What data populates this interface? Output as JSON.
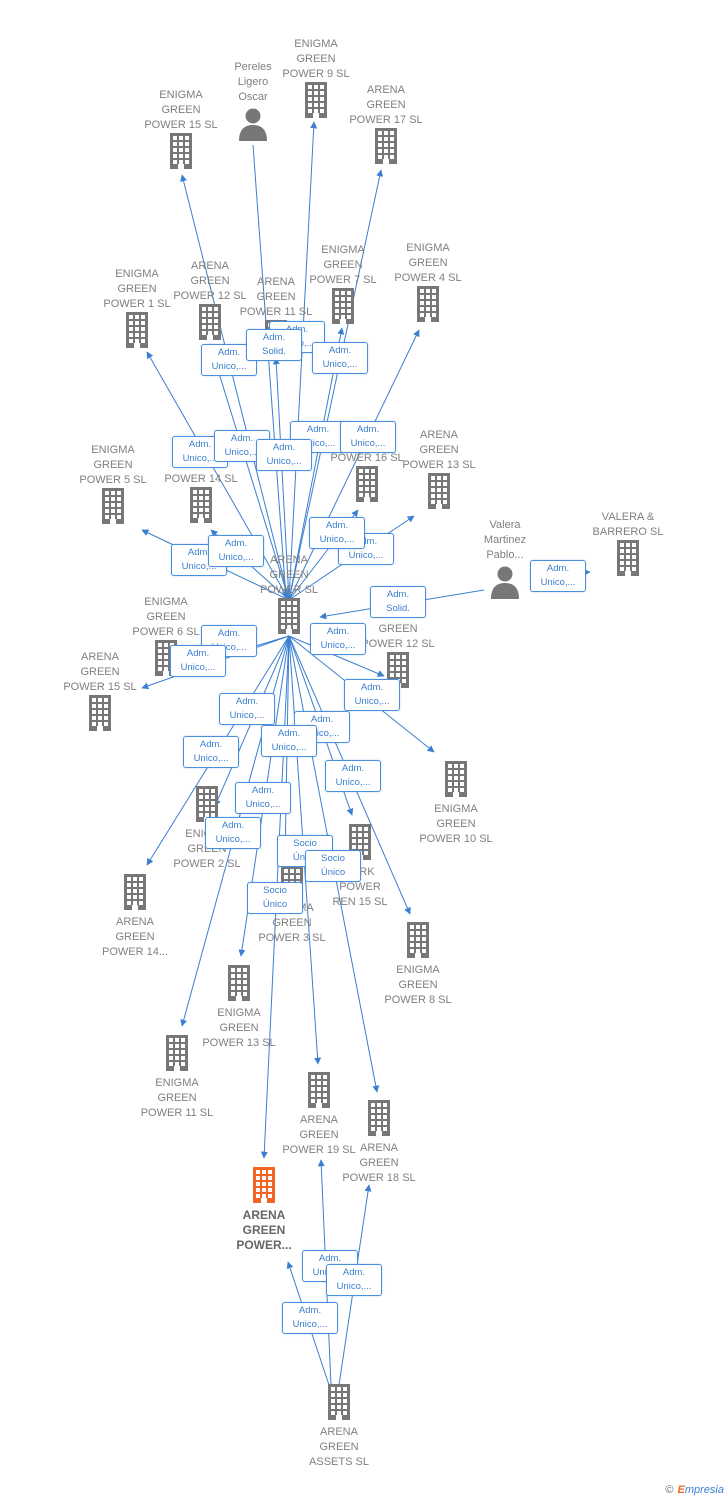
{
  "colors": {
    "edge": "#3a7fd0",
    "node": "#777777",
    "highlight": "#f26522"
  },
  "nodes": [
    {
      "id": "n1",
      "label": "ENIGMA\nGREEN\nPOWER 9  SL",
      "type": "company"
    },
    {
      "id": "n2",
      "label": "Pereles\nLigero\nOscar",
      "type": "person"
    },
    {
      "id": "n3",
      "label": "ARENA\nGREEN\nPOWER 17  SL",
      "type": "company"
    },
    {
      "id": "n4",
      "label": "ENIGMA\nGREEN\nPOWER 15  SL",
      "type": "company"
    },
    {
      "id": "n5",
      "label": "ENIGMA\nGREEN\nPOWER 7  SL",
      "type": "company"
    },
    {
      "id": "n6",
      "label": "ENIGMA\nGREEN\nPOWER 4  SL",
      "type": "company"
    },
    {
      "id": "n7",
      "label": "ENIGMA\nGREEN\nPOWER 1  SL",
      "type": "company"
    },
    {
      "id": "n8",
      "label": "ARENA\nGREEN\nPOWER 12  SL",
      "type": "company"
    },
    {
      "id": "n9",
      "label": "ARENA\nGREEN\nPOWER 11  SL",
      "type": "company"
    },
    {
      "id": "n10",
      "label": "ENIGMA\nGREEN\nPOWER 5  SL",
      "type": "company"
    },
    {
      "id": "n11",
      "label": "POWER 14  SL",
      "type": "company"
    },
    {
      "id": "n12",
      "label": "POWER 16  SL",
      "type": "company"
    },
    {
      "id": "n13",
      "label": "ARENA\nGREEN\nPOWER 13  SL",
      "type": "company"
    },
    {
      "id": "n14",
      "label": "Valera\nMartinez\nPablo...",
      "type": "person"
    },
    {
      "id": "n15",
      "label": "VALERA &\nBARRERO  SL",
      "type": "company"
    },
    {
      "id": "n16",
      "label": "ARENA\nGREEN\nPOWER  SL",
      "type": "company"
    },
    {
      "id": "n17",
      "label": "ENIGMA\nGREEN\nPOWER 6  SL",
      "type": "company"
    },
    {
      "id": "n18",
      "label": "GREEN\nPOWER 12  SL",
      "type": "company"
    },
    {
      "id": "n19",
      "label": "ARENA\nGREEN\nPOWER 15  SL",
      "type": "company"
    },
    {
      "id": "n20",
      "label": "ENIGMA\nGREEN\nPOWER 10  SL",
      "type": "company"
    },
    {
      "id": "n21",
      "label": "ENIGMA\nGREEN\nPOWER 2  SL",
      "type": "company"
    },
    {
      "id": "n22",
      "label": "PARK\nPOWER\nREN 15  SL",
      "type": "company"
    },
    {
      "id": "n23",
      "label": "ARENA\nGREEN\nPOWER 14...",
      "type": "company"
    },
    {
      "id": "n24",
      "label": "ENIGMA\nGREEN\nPOWER 3  SL",
      "type": "company"
    },
    {
      "id": "n25",
      "label": "ENIGMA\nGREEN\nPOWER 8  SL",
      "type": "company"
    },
    {
      "id": "n26",
      "label": "ENIGMA\nGREEN\nPOWER 13  SL",
      "type": "company"
    },
    {
      "id": "n27",
      "label": "ENIGMA\nGREEN\nPOWER 11  SL",
      "type": "company"
    },
    {
      "id": "n28",
      "label": "ARENA\nGREEN\nPOWER 19  SL",
      "type": "company"
    },
    {
      "id": "n29",
      "label": "ARENA\nGREEN\nPOWER 18  SL",
      "type": "company"
    },
    {
      "id": "n30",
      "label": "ARENA\nGREEN\nPOWER...",
      "type": "company",
      "highlight": true
    },
    {
      "id": "n31",
      "label": "ARENA\nGREEN\nASSETS  SL",
      "type": "company"
    }
  ],
  "edges": [
    {
      "from": "n16",
      "to": "n1",
      "label": "Adm.\nUnico,..."
    },
    {
      "from": "n16",
      "to": "n3",
      "label": "Adm.\nUnico,..."
    },
    {
      "from": "n16",
      "to": "n4",
      "label": "Adm.\nUnico,..."
    },
    {
      "from": "n16",
      "to": "n5",
      "label": "Adm.\nUnico,..."
    },
    {
      "from": "n16",
      "to": "n6",
      "label": "Adm.\nUnico,..."
    },
    {
      "from": "n16",
      "to": "n7",
      "label": "Adm.\nUnico,..."
    },
    {
      "from": "n16",
      "to": "n8",
      "label": "Adm.\nUnico,..."
    },
    {
      "from": "n16",
      "to": "n9",
      "label": "Adm.\nUnico,..."
    },
    {
      "from": "n2",
      "to": "n16",
      "label": "Adm.\nSolid."
    },
    {
      "from": "n16",
      "to": "n10",
      "label": "Adm.\nUnico,..."
    },
    {
      "from": "n16",
      "to": "n11",
      "label": "Adm.\nUnico,..."
    },
    {
      "from": "n16",
      "to": "n12",
      "label": "Adm.\nUnico,..."
    },
    {
      "from": "n16",
      "to": "n13",
      "label": "Adm.\nUnico,..."
    },
    {
      "from": "n14",
      "to": "n16",
      "label": "Adm.\nSolid."
    },
    {
      "from": "n14",
      "to": "n15",
      "label": "Adm.\nUnico,..."
    },
    {
      "from": "n16",
      "to": "n17",
      "label": "Adm.\nUnico,..."
    },
    {
      "from": "n16",
      "to": "n18",
      "label": "Adm.\nUnico,..."
    },
    {
      "from": "n16",
      "to": "n19",
      "label": "Adm.\nUnico,..."
    },
    {
      "from": "n16",
      "to": "n20",
      "label": "Adm.\nUnico,..."
    },
    {
      "from": "n16",
      "to": "n21",
      "label": "Adm.\nUnico,..."
    },
    {
      "from": "n16",
      "to": "n22",
      "label": "Adm.\nUnico,..."
    },
    {
      "from": "n16",
      "to": "n23",
      "label": "Adm.\nUnico,..."
    },
    {
      "from": "n16",
      "to": "n24",
      "label": "Adm.\nUnico,..."
    },
    {
      "from": "n16",
      "to": "n25",
      "label": "Adm.\nUnico,..."
    },
    {
      "from": "n16",
      "to": "n26",
      "label": "Adm.\nUnico,..."
    },
    {
      "from": "n16",
      "to": "n27",
      "label": "Adm.\nUnico,..."
    },
    {
      "from": "n16",
      "to": "n28",
      "label": "Socio\nÚnico"
    },
    {
      "from": "n16",
      "to": "n29",
      "label": "Socio\nÚnico"
    },
    {
      "from": "n16",
      "to": "n30",
      "label": "Socio\nÚnico"
    },
    {
      "from": "n31",
      "to": "n28",
      "label": "Adm.\nUnico,..."
    },
    {
      "from": "n31",
      "to": "n29",
      "label": "Adm.\nUnico,..."
    },
    {
      "from": "n31",
      "to": "n30",
      "label": "Adm.\nUnico,..."
    }
  ],
  "footer": {
    "symbol": "©",
    "brand_first": "E",
    "brand_rest": "mpresia"
  }
}
